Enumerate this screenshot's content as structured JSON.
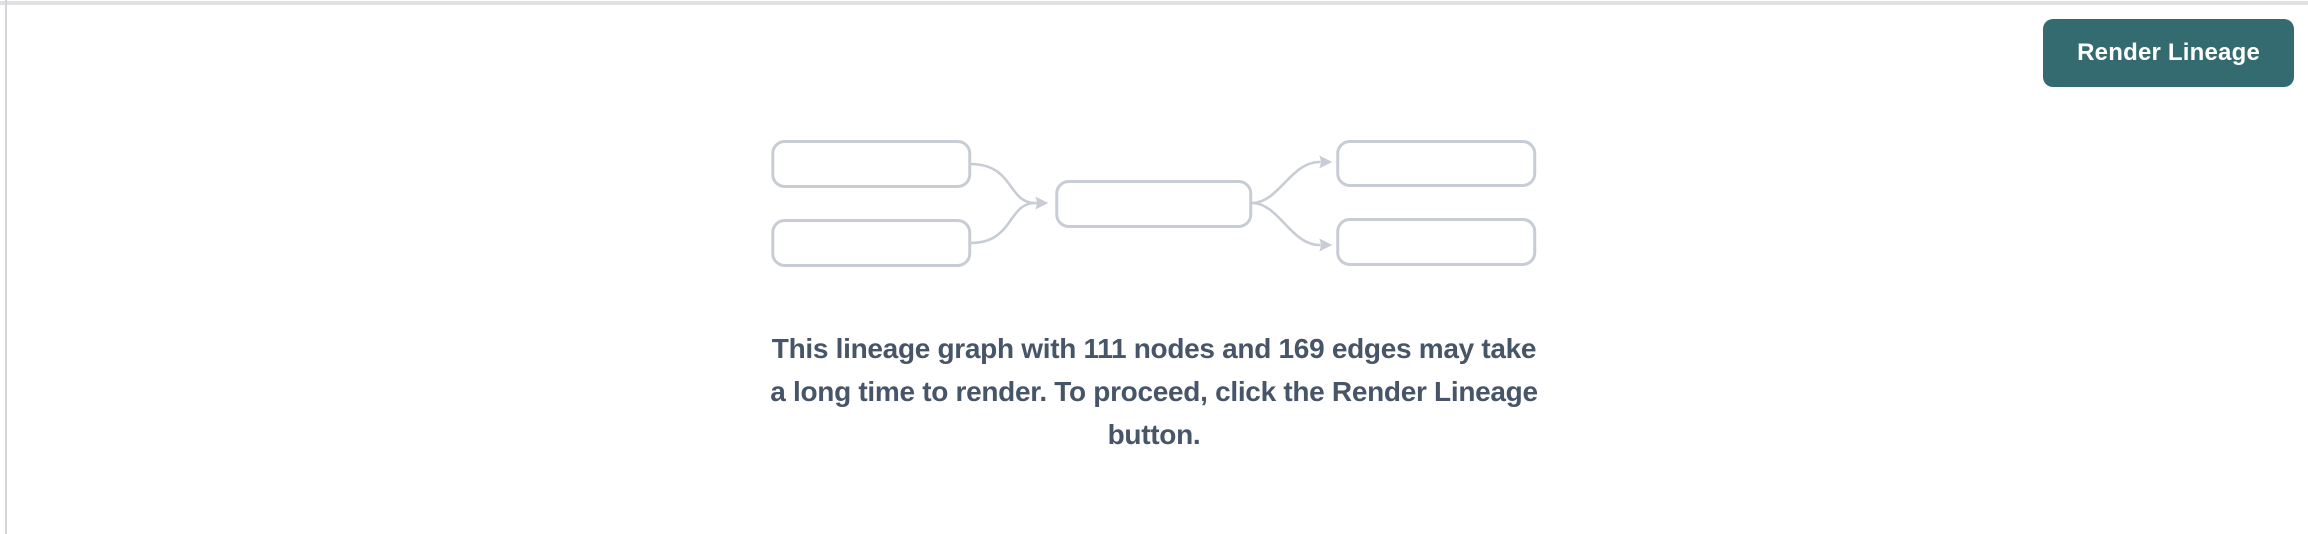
{
  "colors": {
    "accent_teal": "#346b70",
    "button_text": "#ffffff",
    "message_text": "#475569",
    "diagram_stroke": "#c8ccd4",
    "top_border": "#e0e1e5",
    "left_divider": "#d4d5d9",
    "background": "#ffffff"
  },
  "header": {
    "render_button_label": "Render Lineage"
  },
  "placeholder": {
    "node_count": "111",
    "edge_count": "169",
    "message_lines": [
      "This lineage graph with 111 nodes and 169 edges may take",
      "a long time to render. To proceed, click the Render Lineage",
      "button."
    ],
    "diagram": {
      "icon": "lineage-graph-icon",
      "box_count": "5",
      "arrow_count": "4"
    }
  }
}
